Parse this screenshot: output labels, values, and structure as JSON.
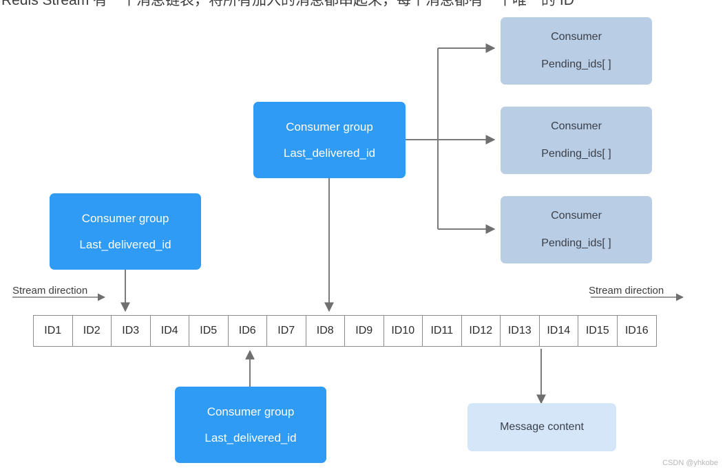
{
  "caption": {
    "text": "Redis Stream 有一个消息链表，将所有加入的消息都串起来，每个消息都有一个唯一的 ID"
  },
  "consumers": [
    {
      "title": "Consumer",
      "detail": "Pending_ids[ ]"
    },
    {
      "title": "Consumer",
      "detail": "Pending_ids[ ]"
    },
    {
      "title": "Consumer",
      "detail": "Pending_ids[ ]"
    }
  ],
  "consumer_groups": [
    {
      "title": "Consumer group",
      "detail": "Last_delivered_id",
      "points_to": "ID8"
    },
    {
      "title": "Consumer group",
      "detail": "Last_delivered_id",
      "points_to": "ID3"
    },
    {
      "title": "Consumer group",
      "detail": "Last_delivered_id",
      "points_to": "ID6"
    }
  ],
  "message_box": {
    "label": "Message content",
    "from": "ID13"
  },
  "stream": {
    "direction_label_left": "Stream direction",
    "direction_label_right": "Stream direction",
    "ids": [
      "ID1",
      "ID2",
      "ID3",
      "ID4",
      "ID5",
      "ID6",
      "ID7",
      "ID8",
      "ID9",
      "ID10",
      "ID11",
      "ID12",
      "ID13",
      "ID14",
      "ID15",
      "ID16"
    ]
  },
  "watermark": {
    "text": "CSDN @yhkobe"
  },
  "colors": {
    "group_fill": "#2f9bf5",
    "group_text": "#ffffff",
    "consumer_fill": "#b9cde4",
    "message_fill": "#d6e6f9",
    "connector": "#7a7a7a",
    "cell_border": "#8c8c8c",
    "caption_text": "#3d3d3d",
    "watermark_text": "#b6b6b6"
  }
}
